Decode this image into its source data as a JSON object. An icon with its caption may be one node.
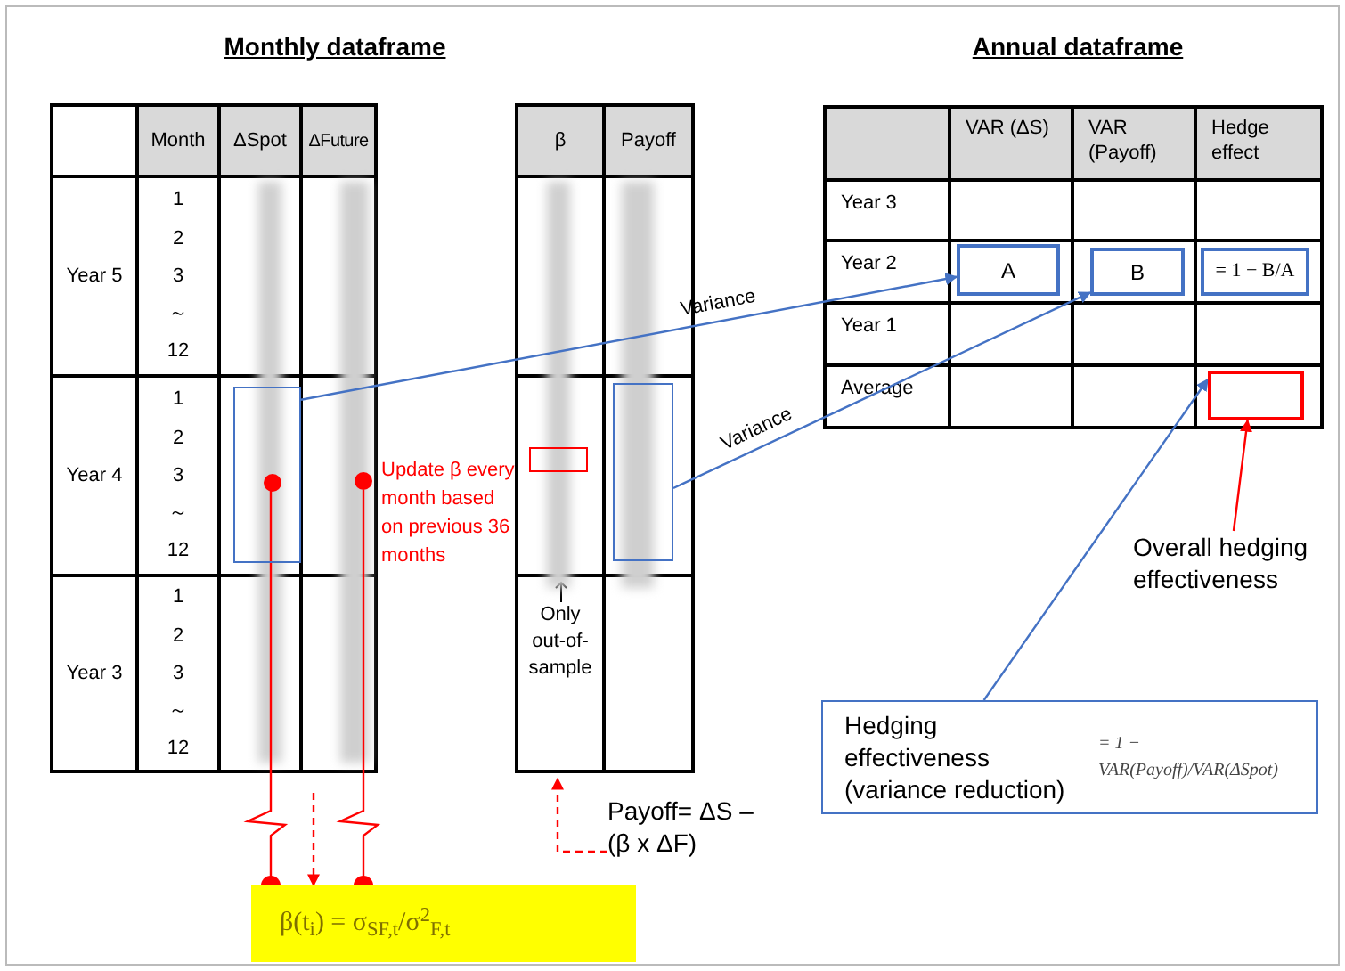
{
  "diagram": {
    "nodes": [
      {
        "text": [],
        "shape": "box"
      },
      {
        "text": [],
        "shape": "box"
      },
      {
        "text": [],
        "shape": "box"
      },
      {
        "text": [
          "A"
        ]
      },
      {
        "text": [
          "B"
        ]
      },
      {
        "text": [
          "= 1 − B/A"
        ]
      },
      {
        "text": [],
        "shape": "box"
      },
      {
        "text": [
          "Overall hedging effectiveness"
        ]
      },
      {
        "text": [
          "Hedging effectiveness (variance reduction)",
          "= 1 − VAR(Payoff)/VAR(ΔSpot)"
        ]
      },
      {
        "text": [
          "β(t$_{i}$) = σ$_{SF,t}$/σ$^{2}$$_{F,t}$"
        ]
      },
      {
        "text": [
          "Payoff= ΔS – (β x ΔF)"
        ]
      },
      {
        "text": [],
        "shape": "circle",
        "in": 0
      },
      {
        "text": [],
        "shape": "circle"
      }
    ],
    "edges": [
      {
        "from": 0,
        "to": 3,
        "arrow": "to",
        "label": "Variance",
        "color": "#4472c4"
      },
      {
        "from": 2,
        "to": 4,
        "arrow": "to",
        "label": "Variance",
        "color": "#4472c4"
      },
      {
        "from": 8,
        "to": 6,
        "arrow": "to",
        "color": "#4472c4"
      },
      {
        "from": 7,
        "to": 6,
        "arrow": "to"
      },
      {
        "from": 11,
        "to": 9,
        "arrow": "other"
      },
      {
        "from": 12,
        "to": 9,
        "arrow": "other"
      },
      {
        "from": null,
        "to": 9,
        "arrow": "to",
        "style": "dashed"
      },
      {
        "from": 10,
        "to": null,
        "arrow": "to",
        "style": "dashed"
      }
    ],
    "labels": [
      "Monthly dataframe",
      "Month",
      "ΔSpot",
      "ΔFuture",
      "Year 5",
      "1",
      "2",
      "3",
      "～",
      "12",
      "Year 4",
      "1",
      "2",
      "3",
      "～",
      "12",
      "Year 3",
      "1",
      "2",
      "3",
      "～",
      "12",
      "Update β every month based on previous 36 months",
      "β",
      "Payoff",
      "Only out-of-sample",
      "Annual dataframe",
      "VAR (ΔS)",
      "VAR (Payoff)",
      "Hedge effect",
      "Year 3",
      "Year 2",
      "Year 1",
      "Average"
    ]
  }
}
